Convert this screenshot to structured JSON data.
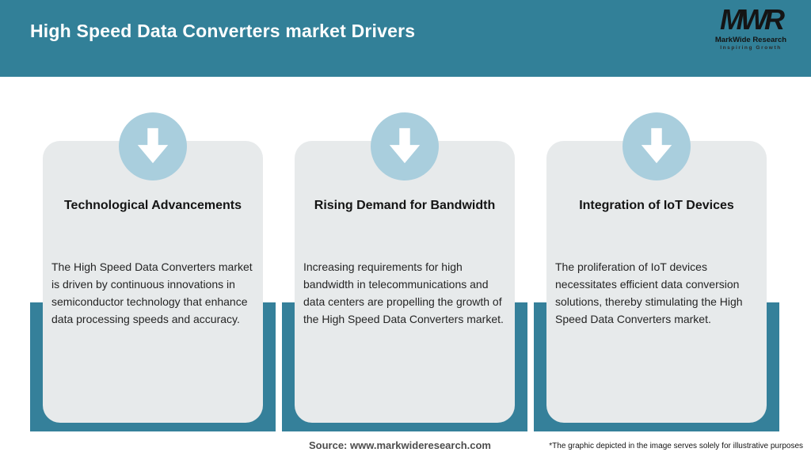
{
  "header": {
    "title": "High Speed Data Converters market Drivers",
    "logo": {
      "acronym": "MWR",
      "name": "MarkWide Research",
      "tagline": "Inspiring Growth"
    }
  },
  "cards": [
    {
      "icon": "down-arrow-icon",
      "title": "Technological Advancements",
      "body": "The High Speed Data Converters market is driven by continuous innovations in semiconductor technology that enhance data processing speeds and accuracy."
    },
    {
      "icon": "down-arrow-icon",
      "title": "Rising Demand for Bandwidth",
      "body": "Increasing requirements for high bandwidth in telecommunications and data centers are propelling the growth of the High Speed Data Converters market."
    },
    {
      "icon": "down-arrow-icon",
      "title": "Integration of IoT Devices",
      "body": "The proliferation of IoT devices necessitates efficient data conversion solutions, thereby stimulating the High Speed Data Converters market."
    }
  ],
  "footer": {
    "source": "Source: www.markwideresearch.com",
    "disclaimer": "*The graphic depicted in the image serves solely for illustrative purposes"
  },
  "colors": {
    "header_teal": "#328098",
    "backing_teal": "#35809a",
    "circle_blue": "#a9cedd",
    "card_gray": "#e7eaeb",
    "title_text_white": "#ffffff"
  }
}
